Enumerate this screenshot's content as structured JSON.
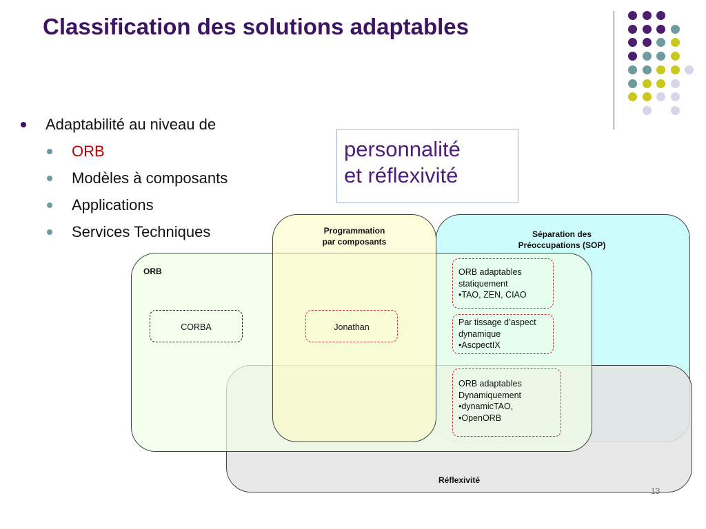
{
  "slide": {
    "title": "Classification des solutions adaptables",
    "bullets": {
      "main": "Adaptabilité au niveau de",
      "sub": [
        "ORB",
        "Modèles à composants",
        "Applications",
        "Services Techniques"
      ]
    },
    "callout": [
      "personnalité",
      "et réflexivité"
    ],
    "page_number": "13"
  },
  "diagram": {
    "regions": {
      "programmation": "Programmation par composants",
      "programmation_lines": [
        "Programmation",
        "par composants"
      ],
      "sop_lines": [
        "Séparation des",
        "Préoccupations (SOP)"
      ],
      "orb": "ORB",
      "reflexivite": "Réflexivité"
    },
    "boxes": {
      "corba": "CORBA",
      "jonathan": "Jonathan",
      "orb_static": [
        "ORB adaptables",
        "statiquement",
        "•TAO, ZEN, CIAO"
      ],
      "aspect": [
        "Par tissage d’aspect",
        "dynamique",
        "•AscpectIX"
      ],
      "orb_dynamic": [
        "ORB adaptables",
        "Dynamiquement",
        "•dynamicTAO,",
        "•OpenORB"
      ]
    }
  },
  "colors": {
    "title": "#3d1462",
    "sub_highlight": "#c00000",
    "dot_purple": "#4b1e6e",
    "dot_teal": "#6e9aa0",
    "dot_yellow": "#c8c81e",
    "dot_lilac": "#d6d6ea"
  }
}
